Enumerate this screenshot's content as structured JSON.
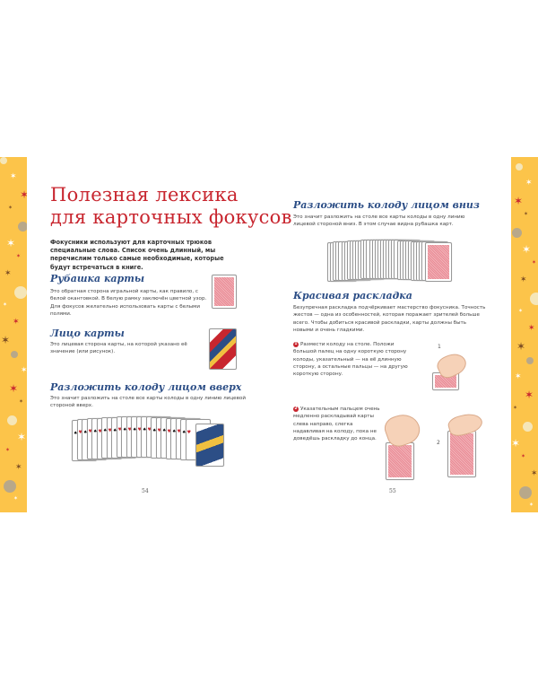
{
  "colors": {
    "accent_red": "#c8262f",
    "heading_blue": "#2c4e86",
    "border_yellow": "#fcc44a",
    "card_back": "#e98b95"
  },
  "left_page": {
    "title_line1": "Полезная лексика",
    "title_line2": "для карточных фокусов",
    "intro": "Фокусники используют для карточных трюков специальные слова. Список очень длинный, мы перечислим только самые необходимые, которые будут встречаться в книге.",
    "sections": [
      {
        "heading": "Рубашка карты",
        "text": "Это обратная сторона игральной карты, как правило, с белой окантовкой. В белую рамку заключён цветной узор. Для фокусов желательно использовать карты с белыми полями."
      },
      {
        "heading": "Лицо карты",
        "text": "Это лицевая сторона карты, на которой указано её значение (или рисунок)."
      },
      {
        "heading": "Разложить колоду лицом вверх",
        "text": "Это значит разложить на столе все карты колоды в одну линию лицевой стороной вверх."
      }
    ],
    "page_number": "54"
  },
  "right_page": {
    "sections": [
      {
        "heading": "Разложить колоду лицом вниз",
        "text": "Это значит разложить на столе все карты колоды в одну линию лицевой стороной вниз. В этом случае видна рубашка карт."
      },
      {
        "heading": "Красивая раскладка",
        "text": "Безупречная раскладка подчёркивает мастерство фокусника. Точность жестов — одна из особенностей, которая поражает зрителей больше всего. Чтобы добиться красивой раскладки, карты должны быть новыми и очень гладкими."
      }
    ],
    "steps": [
      {
        "number": "1",
        "text": "Размести колоду на столе. Положи большой палец на одну короткую сторону колоды, указательный — на её длинную сторону, а остальные пальцы — на другую короткую сторону."
      },
      {
        "number": "2",
        "text": "Указательным пальцем очень медленно раскладывай карты слева направо, слегка надавливая на колоду, пока не доведёшь раскладку до конца."
      }
    ],
    "figure_labels": [
      "1",
      "2"
    ],
    "page_number": "55"
  }
}
